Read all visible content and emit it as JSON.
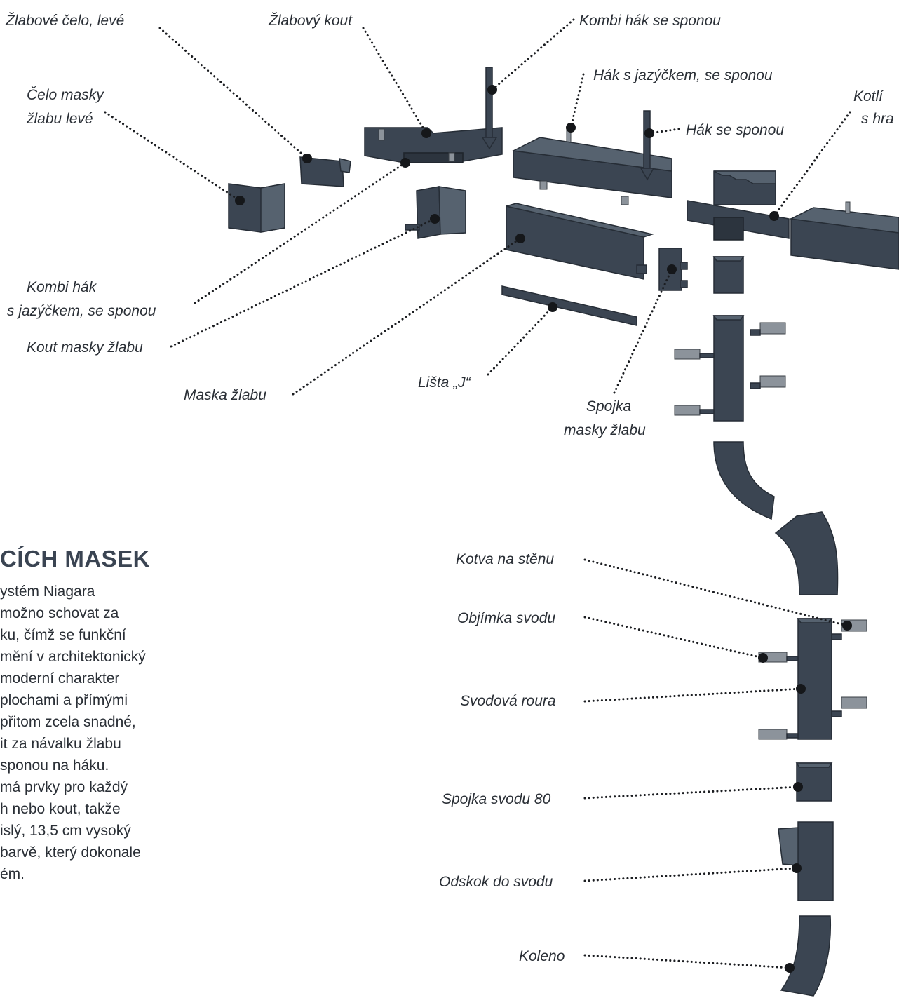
{
  "labels": {
    "zlabove_celo_leve": "Žlabové čelo, levé",
    "zlabovy_kout": "Žlabový kout",
    "kombi_hak_se_sponou": "Kombi hák se sponou",
    "cela_masky_line1": "Čelo masky",
    "cela_masky_line2": "žlabu levé",
    "hak_s_jazyckem": "Hák s jazýčkem, se sponou",
    "kotlik_line1": "Kotlí",
    "kotlik_line2": "s hra",
    "hak_se_sponou": "Hák se sponou",
    "kombi_hak_jazycek_line1": "Kombi hák",
    "kombi_hak_jazycek_line2": "s jazýčkem, se sponou",
    "kout_masky": "Kout masky žlabu",
    "maska_zlabu": "Maska žlabu",
    "lista_j": "Lišta „J“",
    "spojka_masky_line1": "Spojka",
    "spojka_masky_line2": "masky žlabu",
    "kotva_na_stenu": "Kotva na stěnu",
    "objimka_svodu": "Objímka svodu",
    "svodova_roura": "Svodová roura",
    "spojka_svodu_80": "Spojka svodu 80",
    "odskok_do_svodu": "Odskok do svodu",
    "koleno": "Koleno"
  },
  "section": {
    "title": "CÍCH MASEK",
    "body_lines": [
      "ystém Niagara",
      "možno schovat za",
      "ku, čímž se funkční",
      "mění v architektonický",
      "moderní charakter",
      "plochami a přímými",
      "přitom zcela snadné,",
      "it za návalku žlabu",
      "sponou na háku.",
      "má prvky pro každý",
      "h nebo kout, takže",
      "islý, 13,5 cm vysoký",
      "barvě, který dokonale",
      "ém."
    ]
  },
  "colors": {
    "part": "#3b4552",
    "text": "#2a2f36",
    "heading": "#3a4452",
    "leader": "#1b1d21"
  }
}
